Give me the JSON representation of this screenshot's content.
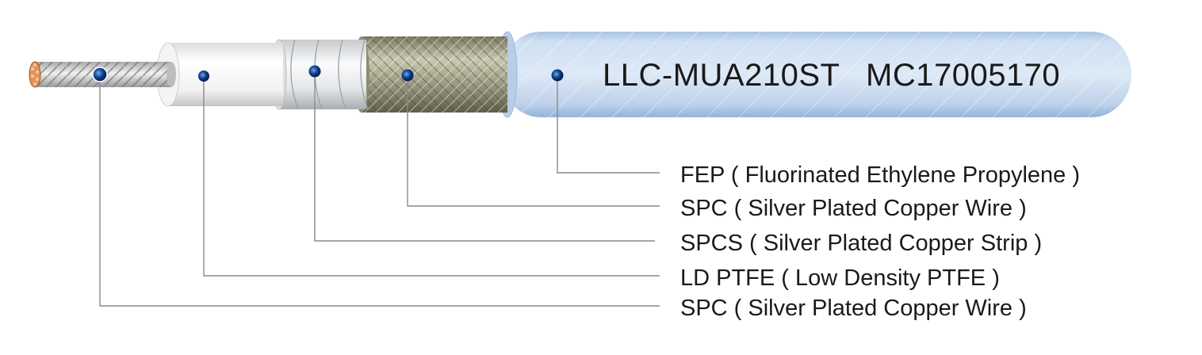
{
  "jacket_print": {
    "part_number": "LLC-MUA210ST",
    "lot_code": "MC17005170"
  },
  "layers": [
    {
      "id": "jacket",
      "label": "FEP ( Fluorinated Ethylene Propylene )"
    },
    {
      "id": "braid",
      "label": "SPC ( Silver Plated Copper Wire )"
    },
    {
      "id": "strip",
      "label": "SPCS ( Silver Plated Copper Strip )"
    },
    {
      "id": "dielectric",
      "label": "LD PTFE ( Low Density PTFE )"
    },
    {
      "id": "conductor",
      "label": "SPC ( Silver Plated Copper Wire )"
    }
  ],
  "colors": {
    "jacket": "#c9dbee",
    "braid": "#a6a58c",
    "strip": "#e9ecef",
    "dielectric": "#f7f7f7",
    "conductor": "#d9d9d9",
    "strand_core": "#e0925a",
    "marker": "#0d3f8c",
    "leader_line": "#8a8a8a"
  }
}
